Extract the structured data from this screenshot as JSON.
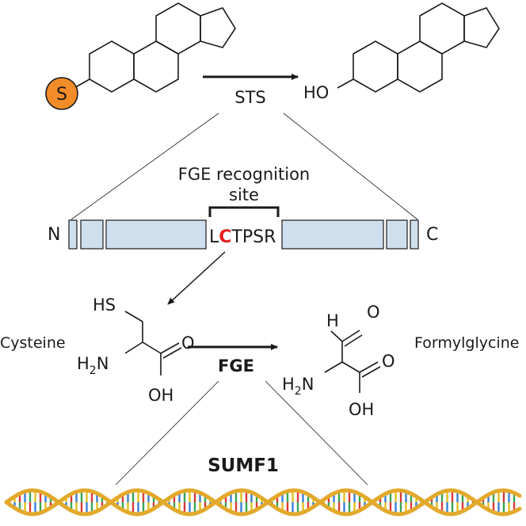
{
  "steroid": {
    "sulfate_group": "S",
    "product_group": "HO",
    "enzyme": "STS"
  },
  "protein": {
    "recognition_label_line1": "FGE recognition",
    "recognition_label_line2": "site",
    "n_terminus": "N",
    "c_terminus": "C",
    "motif_prefix": "L",
    "motif_highlight": "C",
    "motif_suffix": "TPSR"
  },
  "reaction": {
    "substrate_name": "Cysteine",
    "product_name": "Formylglycine",
    "enzyme": "FGE",
    "cys_thiol": "HS",
    "cys_amine_h": "H",
    "cys_amine_sub": "2",
    "cys_amine_n": "N",
    "cys_carbonyl_o": "O",
    "cys_hydroxyl": "OH",
    "fgly_aldehyde_h": "H",
    "fgly_aldehyde_o": "O",
    "fgly_amine_h": "H",
    "fgly_amine_sub": "2",
    "fgly_amine_n": "N",
    "fgly_carbonyl_o": "O",
    "fgly_hydroxyl": "OH"
  },
  "gene": {
    "name": "SUMF1"
  },
  "colors": {
    "sulfate_fill": "#f28c28",
    "highlight_red": "#e02020",
    "protein_fill": "#cfdfee",
    "helix_gold": "#e3a92b",
    "base_pair_colors": [
      "#d93a3a",
      "#3a7fd9",
      "#3aa655",
      "#e0c020"
    ]
  }
}
